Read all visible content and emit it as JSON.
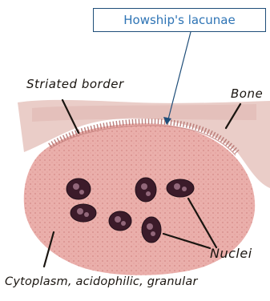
{
  "callout": {
    "text": "Howship's lacunae"
  },
  "labels": {
    "striated_border": "Striated border",
    "bone": "Bone",
    "nuclei": "Nuclei",
    "cytoplasm": "Cytoplasm, acidophilic, granular"
  },
  "colors": {
    "callout_border": "#1f4e79",
    "callout_text": "#2e74b5",
    "bone": "#e3bcb6",
    "cytoplasm": "#e8a6a2",
    "nucleus": "#3c1b2a",
    "ink": "#1a1510"
  }
}
